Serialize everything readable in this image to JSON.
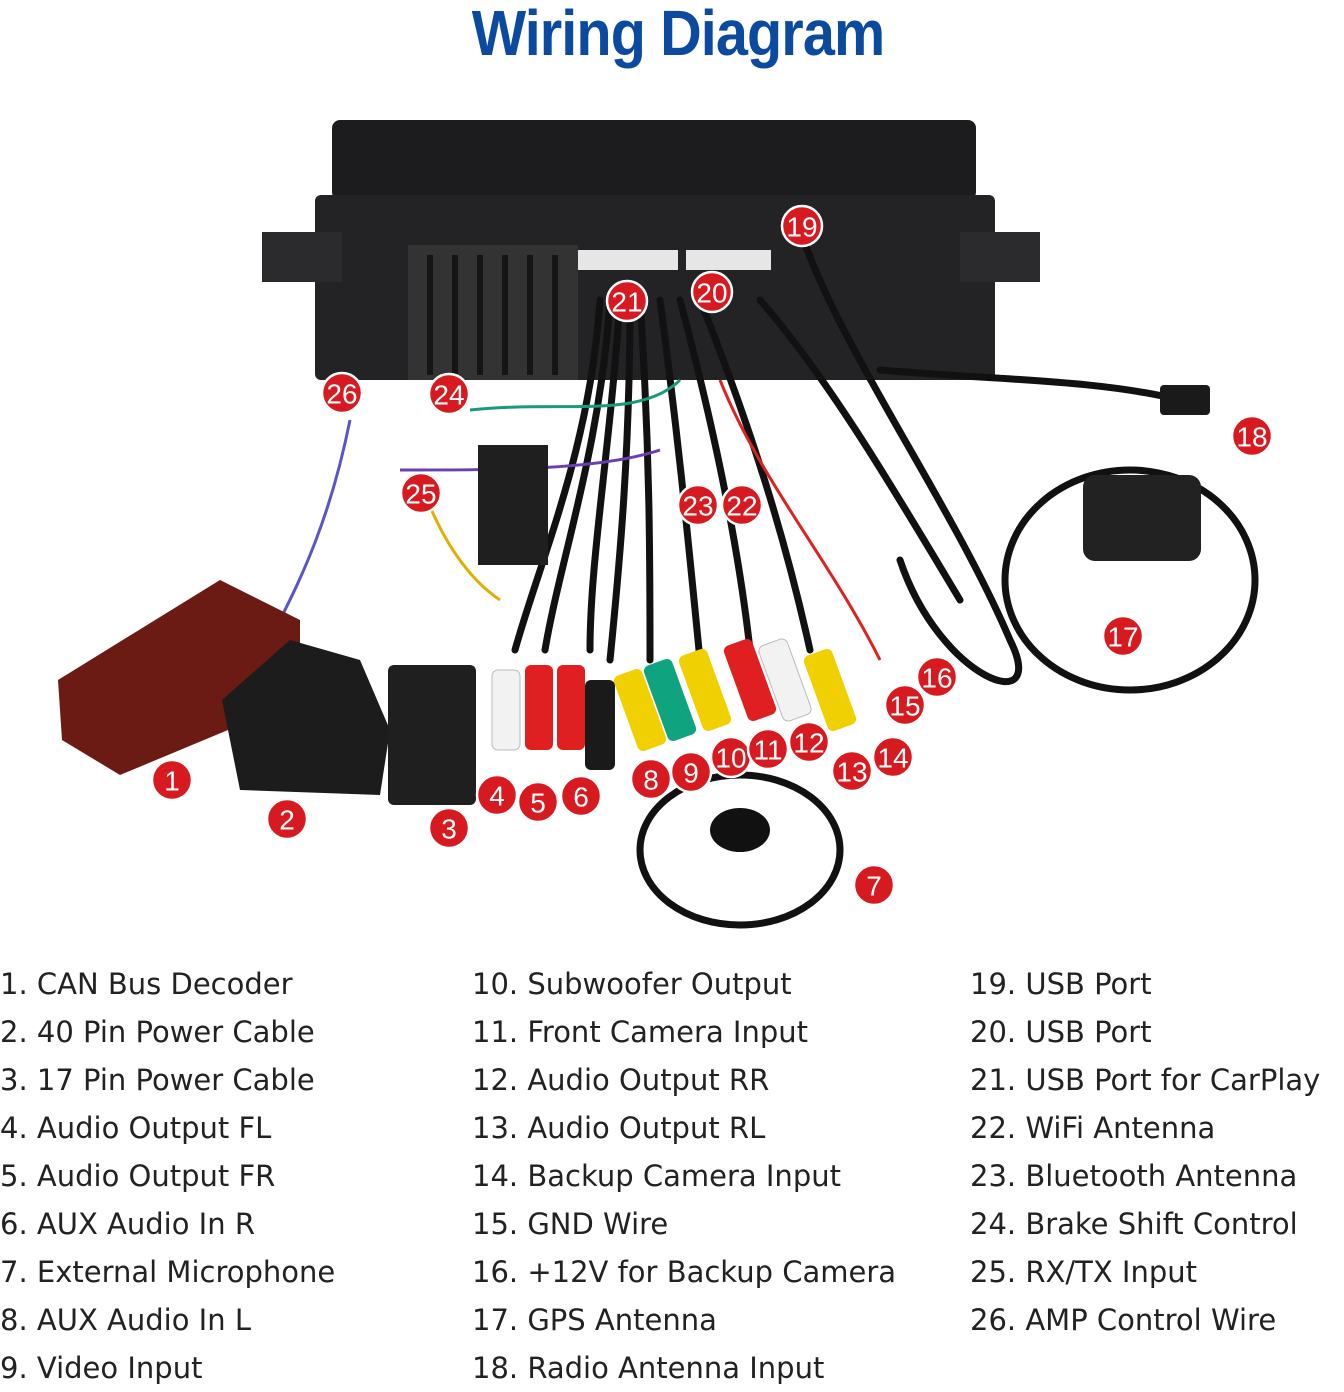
{
  "title": "Wiring Diagram",
  "markers": [
    "1",
    "2",
    "3",
    "4",
    "5",
    "6",
    "7",
    "8",
    "9",
    "10",
    "11",
    "12",
    "13",
    "14",
    "15",
    "16",
    "17",
    "18",
    "19",
    "20",
    "21",
    "22",
    "23",
    "24",
    "25",
    "26"
  ],
  "legend": {
    "col0": [
      "1. CAN Bus Decoder",
      "2. 40 Pin Power Cable",
      "3. 17 Pin Power Cable",
      "4. Audio Output FL",
      "5. Audio Output FR",
      "6. AUX Audio In R",
      "7. External Microphone",
      "8. AUX Audio In L",
      "9. Video Input"
    ],
    "col1": [
      "10. Subwoofer Output",
      "11. Front Camera Input",
      "12. Audio Output RR",
      "13. Audio Output RL",
      "14. Backup Camera Input",
      "15. GND Wire",
      "16. +12V for Backup Camera",
      "17. GPS Antenna",
      "18. Radio Antenna Input"
    ],
    "col2": [
      "19. USB Port",
      "20. USB Port",
      "21. USB Port for CarPlay",
      "22. WiFi Antenna",
      "23. Bluetooth Antenna",
      "24. Brake Shift Control",
      "25. RX/TX Input",
      "26. AMP Control Wire"
    ]
  },
  "colors": {
    "title": "#0b4a9e",
    "marker": "#d71920"
  }
}
